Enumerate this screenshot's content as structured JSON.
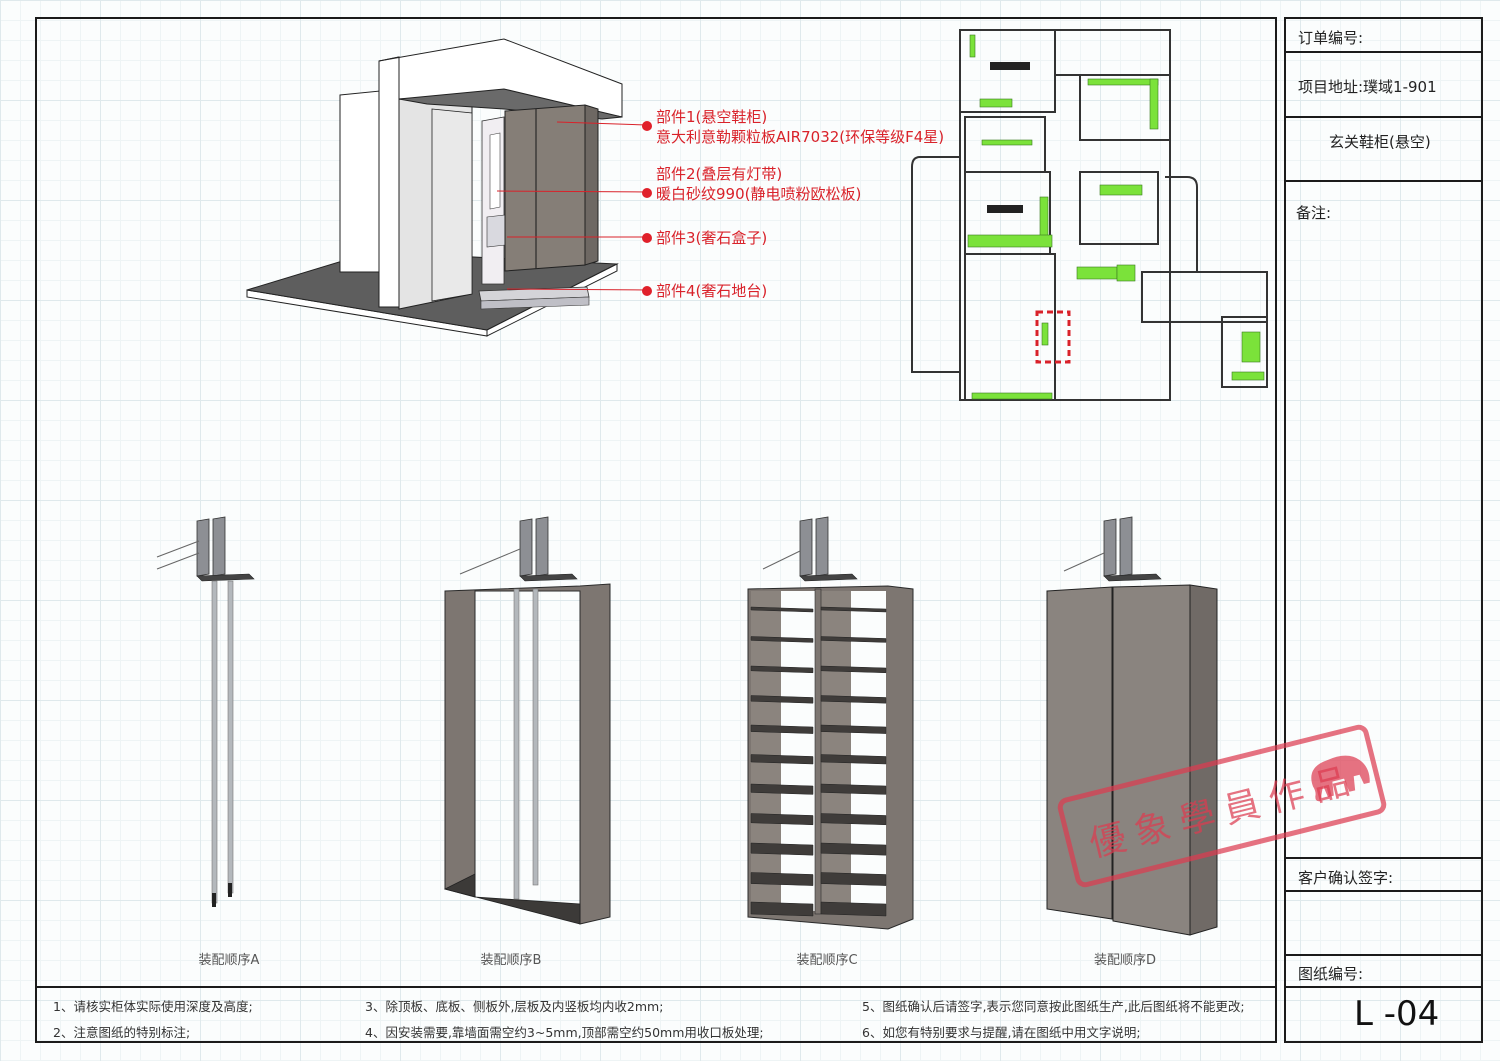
{
  "title_block": {
    "order_no_label": "订单编号:",
    "project_address_label": "项目地址:璞域1-901",
    "drawing_title": "玄关鞋柜(悬空)",
    "remarks_label": "备注:",
    "customer_sign_label": "客户确认签字:",
    "drawing_no_label": "图纸编号:",
    "drawing_no": "L -04"
  },
  "callouts": [
    {
      "line1": "部件1(悬空鞋柜)",
      "line2": "意大利意勒颗粒板AIR7032(环保等级F4星)"
    },
    {
      "line1": "部件2(叠层有灯带)",
      "line2": "暖白砂纹990(静电喷粉欧松板)"
    },
    {
      "line1": "部件3(奢石盒子)",
      "line2": ""
    },
    {
      "line1": "部件4(奢石地台)",
      "line2": ""
    }
  ],
  "assembly_steps": [
    {
      "label": "装配顺序A"
    },
    {
      "label": "装配顺序B"
    },
    {
      "label": "装配顺序C"
    },
    {
      "label": "装配顺序D"
    }
  ],
  "notes": [
    "1、请核实柜体实际使用深度及高度;",
    "2、注意图纸的特别标注;",
    "3、除顶板、底板、侧板外,层板及内竖板均内收2mm;",
    "4、因安装需要,靠墙面需空约3~5mm,顶部需空约50mm用收口板处理;",
    "5、图纸确认后请签字,表示您同意按此图纸生产,此后图纸将不能更改;",
    "6、如您有特别要求与提醒,请在图纸中用文字说明;"
  ],
  "stamp": {
    "text": "優象學員作品"
  },
  "colors": {
    "callout_red": "#d9222a",
    "highlight_green": "#7be23a",
    "cabinet_gray": "#7d7671",
    "frame": "#1b1b1b"
  }
}
